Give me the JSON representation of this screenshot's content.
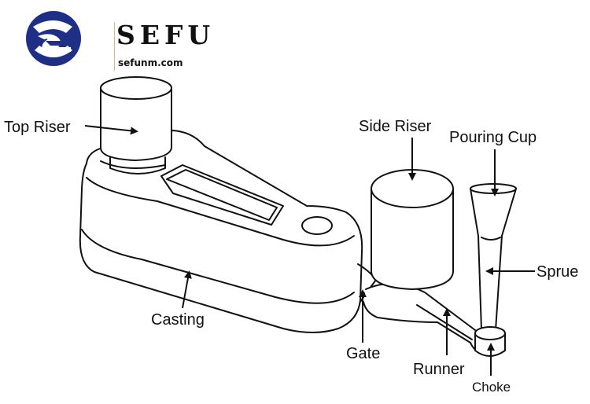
{
  "brand": {
    "name": "SEFU",
    "url": "sefunm.com",
    "logo_icon": "sefu-s-logo-icon",
    "colors": {
      "logo_blue": "#1f2f86",
      "divider": "#d7b58a"
    }
  },
  "labels": {
    "top_riser": "Top Riser",
    "side_riser": "Side Riser",
    "pouring_cup": "Pouring Cup",
    "sprue": "Sprue",
    "casting": "Casting",
    "gate": "Gate",
    "runner": "Runner",
    "choke": "Choke"
  }
}
